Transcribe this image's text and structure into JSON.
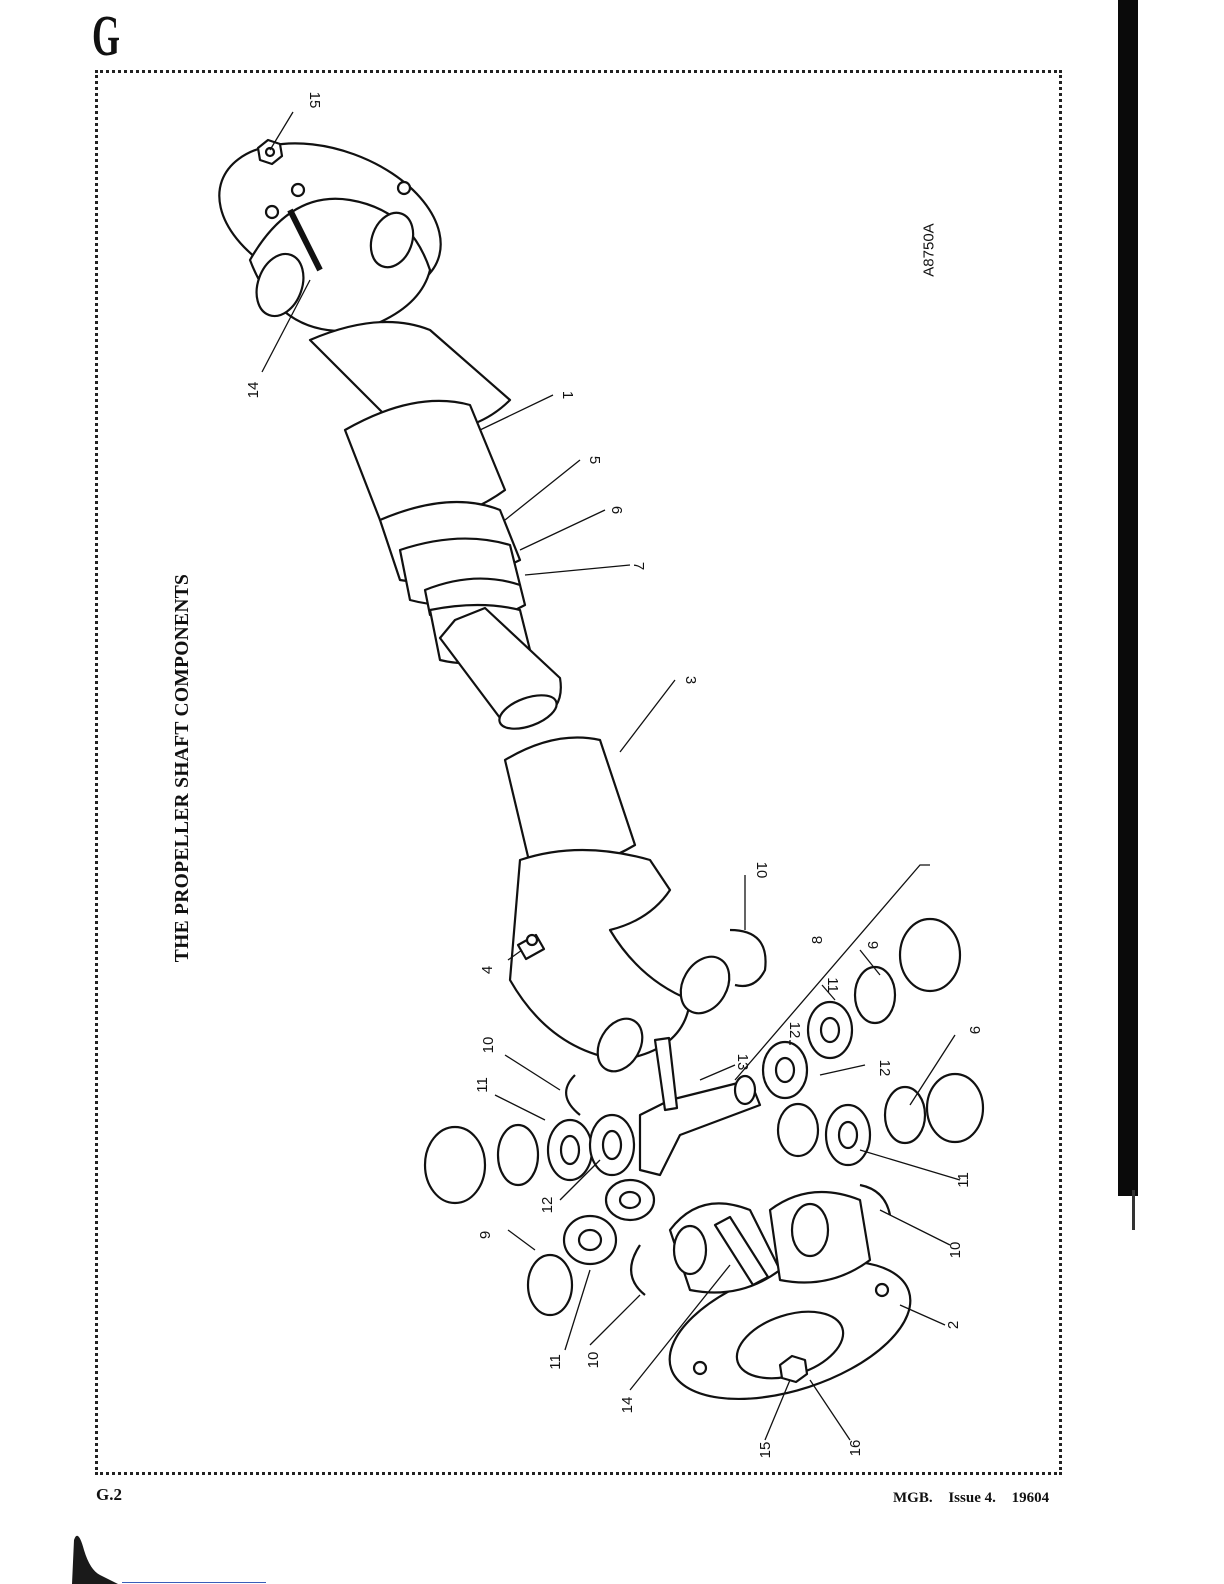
{
  "page": {
    "section_letter": "G",
    "page_number": "G.2",
    "footer": {
      "model": "MGB.",
      "issue": "Issue 4.",
      "code": "19604"
    }
  },
  "figure": {
    "title": "THE PROPELLER SHAFT COMPONENTS",
    "drawing_code": "A8750A",
    "callouts": [
      "1",
      "2",
      "3",
      "4",
      "5",
      "6",
      "7",
      "8",
      "9",
      "9",
      "9",
      "10",
      "10",
      "10",
      "10",
      "11",
      "11",
      "11",
      "11",
      "12",
      "12",
      "12",
      "13",
      "14",
      "14",
      "15",
      "15",
      "16"
    ]
  },
  "colors": {
    "ink": "#111111",
    "paper": "#ffffff",
    "scan_edge": "#0a0a0a"
  }
}
